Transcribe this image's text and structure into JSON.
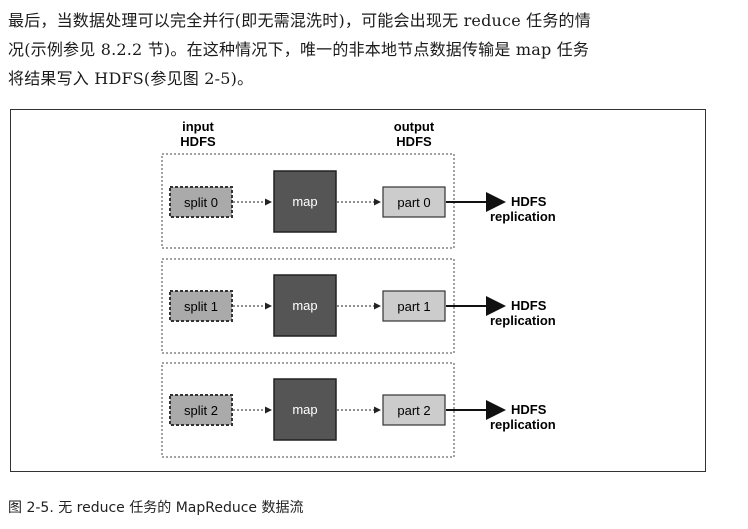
{
  "paragraph": {
    "lines": [
      "最后，当数据处理可以完全并行(即无需混洗时)，可能会出现无 reduce 任务的情",
      "况(示例参见 8.2.2 节)。在这种情况下，唯一的非本地节点数据传输是 map 任务",
      "将结果写入 HDFS(参见图 2-5)。"
    ]
  },
  "figure": {
    "input_label": [
      "input",
      "HDFS"
    ],
    "output_label": [
      "output",
      "HDFS"
    ],
    "rows": [
      {
        "split": "split 0",
        "map": "map",
        "part": "part 0",
        "replication": [
          "HDFS",
          "replication"
        ]
      },
      {
        "split": "split 1",
        "map": "map",
        "part": "part 1",
        "replication": [
          "HDFS",
          "replication"
        ]
      },
      {
        "split": "split 2",
        "map": "map",
        "part": "part 2",
        "replication": [
          "HDFS",
          "replication"
        ]
      }
    ]
  },
  "caption": "图 2-5. 无 reduce 任务的 MapReduce 数据流",
  "colors": {
    "map_box": "#555555",
    "split_box": "#aaaaaa",
    "part_box": "#cccccc"
  }
}
